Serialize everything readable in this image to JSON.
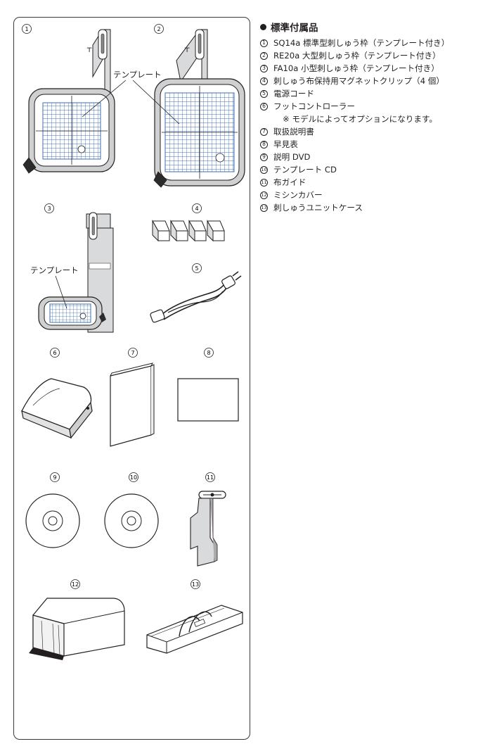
{
  "section": {
    "title": "標準付属品",
    "items": [
      {
        "num": "1",
        "label": "SQ14a 標準型刺しゅう枠（テンプレート付き）"
      },
      {
        "num": "2",
        "label": "RE20a 大型刺しゅう枠（テンプレート付き）"
      },
      {
        "num": "3",
        "label": "FA10a 小型刺しゅう枠（テンプレート付き）"
      },
      {
        "num": "4",
        "label": "刺しゅう布保持用マグネットクリップ（4 個）"
      },
      {
        "num": "5",
        "label": "電源コード"
      },
      {
        "num": "6",
        "label": "フットコントローラー"
      },
      {
        "num": "7",
        "label": "取扱説明書"
      },
      {
        "num": "8",
        "label": "早見表"
      },
      {
        "num": "9",
        "label": "説明 DVD"
      },
      {
        "num": "10",
        "label": "テンプレート CD"
      },
      {
        "num": "11",
        "label": "布ガイド"
      },
      {
        "num": "12",
        "label": "ミシンカバー"
      },
      {
        "num": "13",
        "label": "刺しゅうユニットケース"
      }
    ],
    "note": "※ モデルによってオプションになります。"
  },
  "figure": {
    "template_label_1": "テンプレート",
    "template_label_2": "テンプレート",
    "callouts": [
      "1",
      "2",
      "3",
      "4",
      "5",
      "6",
      "7",
      "8",
      "9",
      "10",
      "11",
      "12",
      "13"
    ]
  }
}
